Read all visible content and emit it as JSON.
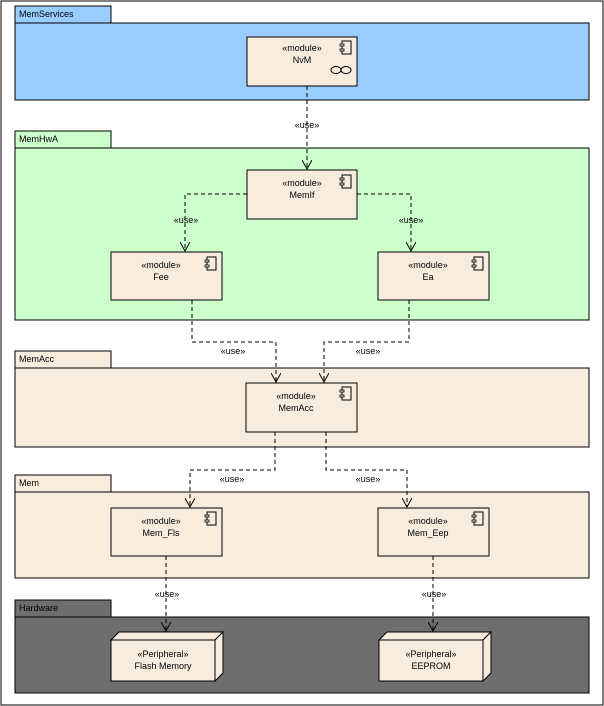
{
  "packages": {
    "memservices": {
      "name": "MemServices",
      "color": "#99ccff"
    },
    "memhwa": {
      "name": "MemHwA",
      "color": "#ccffcc"
    },
    "memacc": {
      "name": "MemAcc",
      "color": "#f8ecdf"
    },
    "mem": {
      "name": "Mem",
      "color": "#f8ecdf"
    },
    "hardware": {
      "name": "Hardware",
      "color": "#6e6e6e"
    }
  },
  "module_stereotype": "«module»",
  "peripheral_stereotype": "«Peripheral»",
  "modules": {
    "nvm": "NvM",
    "memif": "MemIf",
    "fee": "Fee",
    "ea": "Ea",
    "memacc": "MemAcc",
    "mem_fls": "Mem_Fls",
    "mem_eep": "Mem_Eep"
  },
  "peripherals": {
    "flash": "Flash Memory",
    "eeprom": "EEPROM"
  },
  "use_label": "«use»",
  "colors": {
    "module_fill": "#f8ecdf",
    "border": "#000000"
  }
}
